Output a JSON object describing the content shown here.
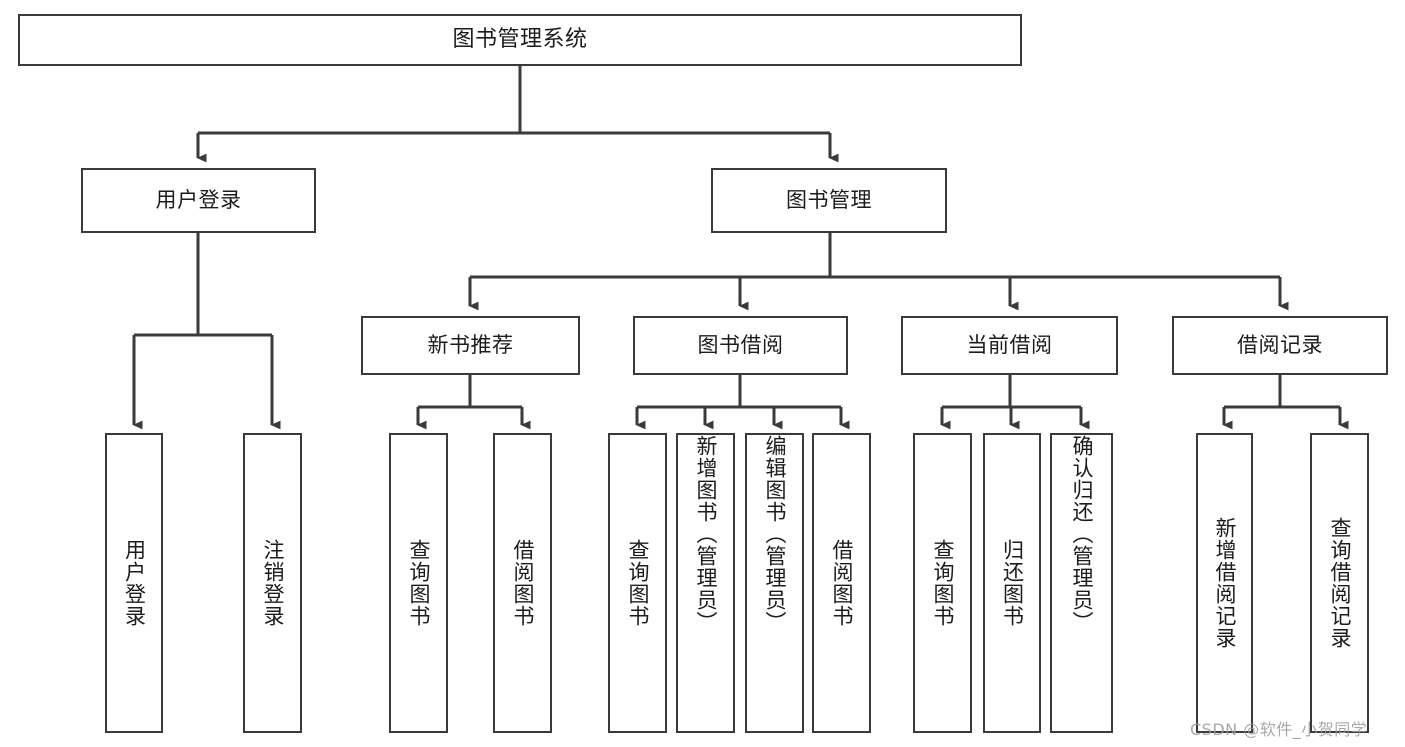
{
  "diagram": {
    "title": "图书管理系统",
    "type": "tree-hierarchy",
    "colors": {
      "stroke": "#3a3a3a",
      "fill": "#ffffff",
      "text": "#1c1c1c",
      "watermark": "#9a9a9a"
    },
    "nodes": {
      "root": {
        "label": "图书管理系统"
      },
      "level2": [
        {
          "label": "用户登录"
        },
        {
          "label": "图书管理"
        }
      ],
      "level3": [
        {
          "label": "新书推荐"
        },
        {
          "label": "图书借阅"
        },
        {
          "label": "当前借阅"
        },
        {
          "label": "借阅记录"
        }
      ],
      "leaves": {
        "user_login": [
          {
            "label": "用户登录"
          },
          {
            "label": "注销登录"
          }
        ],
        "new_book_recommend": [
          {
            "label": "查询图书"
          },
          {
            "label": "借阅图书"
          }
        ],
        "book_borrow": [
          {
            "label": "查询图书"
          },
          {
            "label": "新增图书（管理员）"
          },
          {
            "label": "编辑图书（管理员）"
          },
          {
            "label": "借阅图书"
          }
        ],
        "current_borrow": [
          {
            "label": "查询图书"
          },
          {
            "label": "归还图书"
          },
          {
            "label": "确认归还（管理员）"
          }
        ],
        "borrow_record": [
          {
            "label": "新增借阅记录"
          },
          {
            "label": "查询借阅记录"
          }
        ]
      }
    },
    "watermark": {
      "text": "CSDN @软件_小贺同学"
    }
  }
}
